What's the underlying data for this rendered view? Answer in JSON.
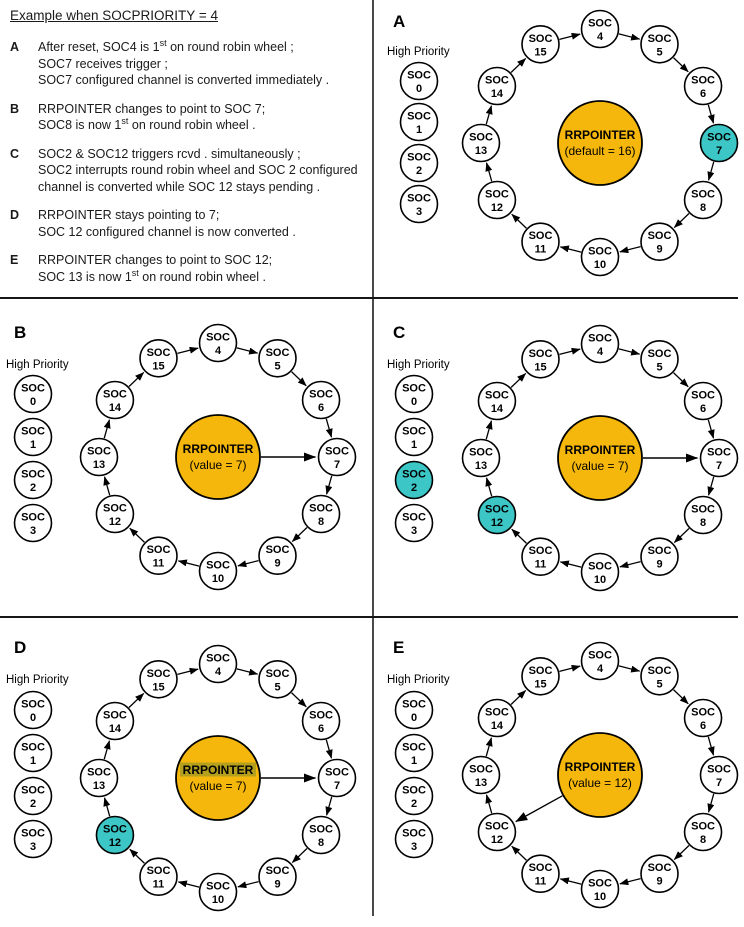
{
  "colors": {
    "highlight_teal": "#3CC6C6",
    "rrpointer_yellow": "#F5B70B",
    "node_fill": "#FFFFFF",
    "stroke": "#000000",
    "rrpointer_label_highlight": "#B5A01E"
  },
  "notes": {
    "title": "Example when SOCPRIORITY  = 4",
    "items": [
      {
        "label": "A",
        "lines": [
          "After reset, SOC4 is 1^st on round robin wheel ;",
          "SOC7 receives trigger ;",
          "SOC7 configured channel is converted immediately ."
        ]
      },
      {
        "label": "B",
        "lines": [
          "RRPOINTER changes to point to SOC 7;",
          "SOC8 is now 1^st on round robin wheel ."
        ]
      },
      {
        "label": "C",
        "lines": [
          "SOC2 & SOC12 triggers rcvd . simultaneously ;",
          "SOC2 interrupts round robin wheel and SOC 2 configured",
          "channel is converted while SOC 12 stays pending ."
        ]
      },
      {
        "label": "D",
        "lines": [
          "RRPOINTER stays pointing to  7;",
          "SOC 12 configured channel is now converted ."
        ]
      },
      {
        "label": "E",
        "lines": [
          "RRPOINTER changes to point to SOC 12;",
          "SOC 13 is now 1^st on round robin wheel ."
        ]
      }
    ]
  },
  "panels": [
    {
      "label": "A",
      "high_priority_label": "High Priority",
      "high_priority_socs": [
        {
          "name": "SOC",
          "num": "0",
          "highlight": false
        },
        {
          "name": "SOC",
          "num": "1",
          "highlight": false
        },
        {
          "name": "SOC",
          "num": "2",
          "highlight": false
        },
        {
          "name": "SOC",
          "num": "3",
          "highlight": false
        }
      ],
      "wheel_socs": [
        {
          "name": "SOC",
          "num": "4",
          "highlight": false
        },
        {
          "name": "SOC",
          "num": "5",
          "highlight": false
        },
        {
          "name": "SOC",
          "num": "6",
          "highlight": false
        },
        {
          "name": "SOC",
          "num": "7",
          "highlight": true
        },
        {
          "name": "SOC",
          "num": "8",
          "highlight": false
        },
        {
          "name": "SOC",
          "num": "9",
          "highlight": false
        },
        {
          "name": "SOC",
          "num": "10",
          "highlight": false
        },
        {
          "name": "SOC",
          "num": "11",
          "highlight": false
        },
        {
          "name": "SOC",
          "num": "12",
          "highlight": false
        },
        {
          "name": "SOC",
          "num": "13",
          "highlight": false
        },
        {
          "name": "SOC",
          "num": "14",
          "highlight": false
        },
        {
          "name": "SOC",
          "num": "15",
          "highlight": false
        }
      ],
      "center": {
        "title": "RRPOINTER",
        "value_text": "(default = 16)",
        "title_highlighted": false
      },
      "pointer_target": null
    },
    {
      "label": "B",
      "high_priority_label": "High Priority",
      "high_priority_socs": [
        {
          "name": "SOC",
          "num": "0",
          "highlight": false
        },
        {
          "name": "SOC",
          "num": "1",
          "highlight": false
        },
        {
          "name": "SOC",
          "num": "2",
          "highlight": false
        },
        {
          "name": "SOC",
          "num": "3",
          "highlight": false
        }
      ],
      "wheel_socs": [
        {
          "name": "SOC",
          "num": "4",
          "highlight": false
        },
        {
          "name": "SOC",
          "num": "5",
          "highlight": false
        },
        {
          "name": "SOC",
          "num": "6",
          "highlight": false
        },
        {
          "name": "SOC",
          "num": "7",
          "highlight": false
        },
        {
          "name": "SOC",
          "num": "8",
          "highlight": false
        },
        {
          "name": "SOC",
          "num": "9",
          "highlight": false
        },
        {
          "name": "SOC",
          "num": "10",
          "highlight": false
        },
        {
          "name": "SOC",
          "num": "11",
          "highlight": false
        },
        {
          "name": "SOC",
          "num": "12",
          "highlight": false
        },
        {
          "name": "SOC",
          "num": "13",
          "highlight": false
        },
        {
          "name": "SOC",
          "num": "14",
          "highlight": false
        },
        {
          "name": "SOC",
          "num": "15",
          "highlight": false
        }
      ],
      "center": {
        "title": "RRPOINTER",
        "value_text": "(value = 7)",
        "title_highlighted": false
      },
      "pointer_target": "7"
    },
    {
      "label": "C",
      "high_priority_label": "High Priority",
      "high_priority_socs": [
        {
          "name": "SOC",
          "num": "0",
          "highlight": false
        },
        {
          "name": "SOC",
          "num": "1",
          "highlight": false
        },
        {
          "name": "SOC",
          "num": "2",
          "highlight": true
        },
        {
          "name": "SOC",
          "num": "3",
          "highlight": false
        }
      ],
      "wheel_socs": [
        {
          "name": "SOC",
          "num": "4",
          "highlight": false
        },
        {
          "name": "SOC",
          "num": "5",
          "highlight": false
        },
        {
          "name": "SOC",
          "num": "6",
          "highlight": false
        },
        {
          "name": "SOC",
          "num": "7",
          "highlight": false
        },
        {
          "name": "SOC",
          "num": "8",
          "highlight": false
        },
        {
          "name": "SOC",
          "num": "9",
          "highlight": false
        },
        {
          "name": "SOC",
          "num": "10",
          "highlight": false
        },
        {
          "name": "SOC",
          "num": "11",
          "highlight": false
        },
        {
          "name": "SOC",
          "num": "12",
          "highlight": true
        },
        {
          "name": "SOC",
          "num": "13",
          "highlight": false
        },
        {
          "name": "SOC",
          "num": "14",
          "highlight": false
        },
        {
          "name": "SOC",
          "num": "15",
          "highlight": false
        }
      ],
      "center": {
        "title": "RRPOINTER",
        "value_text": "(value = 7)",
        "title_highlighted": false
      },
      "pointer_target": "7"
    },
    {
      "label": "D",
      "high_priority_label": "High Priority",
      "high_priority_socs": [
        {
          "name": "SOC",
          "num": "0",
          "highlight": false
        },
        {
          "name": "SOC",
          "num": "1",
          "highlight": false
        },
        {
          "name": "SOC",
          "num": "2",
          "highlight": false
        },
        {
          "name": "SOC",
          "num": "3",
          "highlight": false
        }
      ],
      "wheel_socs": [
        {
          "name": "SOC",
          "num": "4",
          "highlight": false
        },
        {
          "name": "SOC",
          "num": "5",
          "highlight": false
        },
        {
          "name": "SOC",
          "num": "6",
          "highlight": false
        },
        {
          "name": "SOC",
          "num": "7",
          "highlight": false
        },
        {
          "name": "SOC",
          "num": "8",
          "highlight": false
        },
        {
          "name": "SOC",
          "num": "9",
          "highlight": false
        },
        {
          "name": "SOC",
          "num": "10",
          "highlight": false
        },
        {
          "name": "SOC",
          "num": "11",
          "highlight": false
        },
        {
          "name": "SOC",
          "num": "12",
          "highlight": true
        },
        {
          "name": "SOC",
          "num": "13",
          "highlight": false
        },
        {
          "name": "SOC",
          "num": "14",
          "highlight": false
        },
        {
          "name": "SOC",
          "num": "15",
          "highlight": false
        }
      ],
      "center": {
        "title": "RRPOINTER",
        "value_text": "(value = 7)",
        "title_highlighted": true
      },
      "pointer_target": "7"
    },
    {
      "label": "E",
      "high_priority_label": "High Priority",
      "high_priority_socs": [
        {
          "name": "SOC",
          "num": "0",
          "highlight": false
        },
        {
          "name": "SOC",
          "num": "1",
          "highlight": false
        },
        {
          "name": "SOC",
          "num": "2",
          "highlight": false
        },
        {
          "name": "SOC",
          "num": "3",
          "highlight": false
        }
      ],
      "wheel_socs": [
        {
          "name": "SOC",
          "num": "4",
          "highlight": false
        },
        {
          "name": "SOC",
          "num": "5",
          "highlight": false
        },
        {
          "name": "SOC",
          "num": "6",
          "highlight": false
        },
        {
          "name": "SOC",
          "num": "7",
          "highlight": false
        },
        {
          "name": "SOC",
          "num": "8",
          "highlight": false
        },
        {
          "name": "SOC",
          "num": "9",
          "highlight": false
        },
        {
          "name": "SOC",
          "num": "10",
          "highlight": false
        },
        {
          "name": "SOC",
          "num": "11",
          "highlight": false
        },
        {
          "name": "SOC",
          "num": "12",
          "highlight": false
        },
        {
          "name": "SOC",
          "num": "13",
          "highlight": false
        },
        {
          "name": "SOC",
          "num": "14",
          "highlight": false
        },
        {
          "name": "SOC",
          "num": "15",
          "highlight": false
        }
      ],
      "center": {
        "title": "RRPOINTER",
        "value_text": "(value = 12)",
        "title_highlighted": false
      },
      "pointer_target": "12"
    }
  ]
}
